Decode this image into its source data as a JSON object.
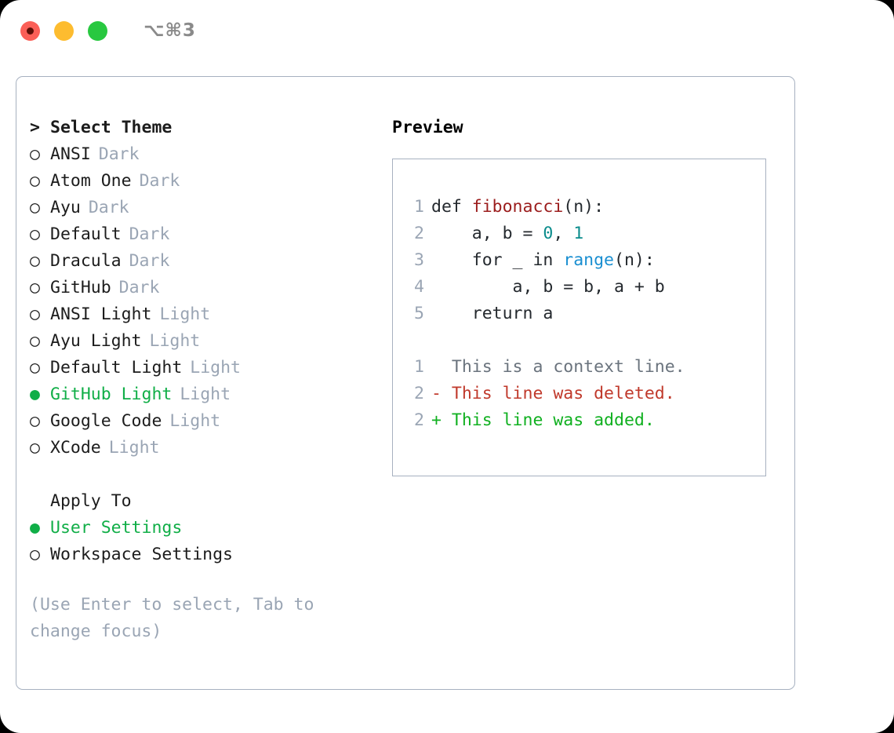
{
  "window": {
    "title": "⌥⌘3",
    "traffic_lights": [
      {
        "name": "close",
        "color": "#fb5f57"
      },
      {
        "name": "minimize",
        "color": "#fdbc2f"
      },
      {
        "name": "maximize",
        "color": "#28c840"
      }
    ]
  },
  "theme_picker": {
    "header_marker": ">",
    "header": "Select Theme",
    "selected_marker": "●",
    "unselected_marker": "○",
    "accent_color": "#10ae47",
    "kind_color": "#9aa5b4",
    "items": [
      {
        "marker": "○",
        "label": "ANSI",
        "kind": "Dark",
        "selected": false
      },
      {
        "marker": "○",
        "label": "Atom One",
        "kind": "Dark",
        "selected": false
      },
      {
        "marker": "○",
        "label": "Ayu",
        "kind": "Dark",
        "selected": false
      },
      {
        "marker": "○",
        "label": "Default",
        "kind": "Dark",
        "selected": false
      },
      {
        "marker": "○",
        "label": "Dracula",
        "kind": "Dark",
        "selected": false
      },
      {
        "marker": "○",
        "label": "GitHub",
        "kind": "Dark",
        "selected": false
      },
      {
        "marker": "○",
        "label": "ANSI Light",
        "kind": "Light",
        "selected": false
      },
      {
        "marker": "○",
        "label": "Ayu Light",
        "kind": "Light",
        "selected": false
      },
      {
        "marker": "○",
        "label": "Default Light",
        "kind": "Light",
        "selected": false
      },
      {
        "marker": "●",
        "label": "GitHub Light",
        "kind": "Light",
        "selected": true
      },
      {
        "marker": "○",
        "label": "Google Code",
        "kind": "Light",
        "selected": false
      },
      {
        "marker": "○",
        "label": "XCode",
        "kind": "Light",
        "selected": false
      }
    ]
  },
  "apply_to": {
    "header": "Apply To",
    "items": [
      {
        "marker": "●",
        "label": "User Settings",
        "selected": true
      },
      {
        "marker": "○",
        "label": "Workspace Settings",
        "selected": false
      }
    ]
  },
  "hint": "(Use Enter to select, Tab to change focus)",
  "preview": {
    "title": "Preview",
    "code_lines": [
      {
        "no": "1",
        "tokens": [
          {
            "text": "def ",
            "style": "plain"
          },
          {
            "text": "fibonacci",
            "style": "fn"
          },
          {
            "text": "(n):",
            "style": "plain"
          }
        ]
      },
      {
        "no": "2",
        "tokens": [
          {
            "text": "    a, b = ",
            "style": "plain"
          },
          {
            "text": "0",
            "style": "num"
          },
          {
            "text": ", ",
            "style": "plain"
          },
          {
            "text": "1",
            "style": "num"
          }
        ]
      },
      {
        "no": "3",
        "tokens": [
          {
            "text": "    for _ in ",
            "style": "plain"
          },
          {
            "text": "range",
            "style": "call"
          },
          {
            "text": "(n):",
            "style": "plain"
          }
        ]
      },
      {
        "no": "4",
        "tokens": [
          {
            "text": "        a, b = b, a + b",
            "style": "plain"
          }
        ]
      },
      {
        "no": "5",
        "tokens": [
          {
            "text": "    return a",
            "style": "plain"
          }
        ]
      }
    ],
    "diff_lines": [
      {
        "no": "1",
        "sign": "  ",
        "text": "This is a context line.",
        "kind": "context"
      },
      {
        "no": "2",
        "sign": "- ",
        "text": "This line was deleted.",
        "kind": "deleted"
      },
      {
        "no": "2",
        "sign": "+ ",
        "text": "This line was added.",
        "kind": "added"
      }
    ]
  }
}
